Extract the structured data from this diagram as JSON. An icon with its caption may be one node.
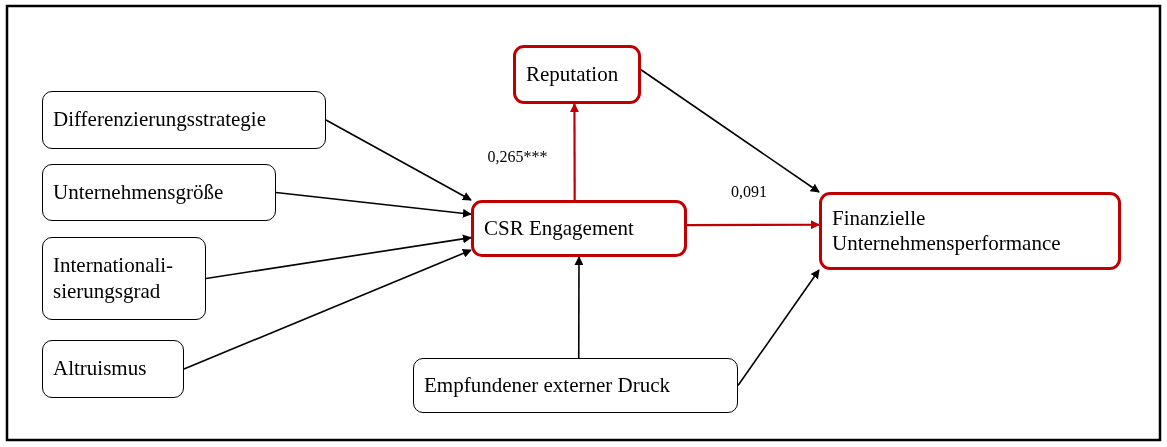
{
  "diagram": {
    "nodes": [
      {
        "text": [
          "Reputation"
        ]
      },
      {
        "text": [
          "Differenzierungsstrategie"
        ]
      },
      {
        "text": [
          "Unternehmensgröße"
        ]
      },
      {
        "text": [
          "Internationali- sierungsgrad"
        ]
      },
      {
        "text": [
          "Altruismus"
        ]
      },
      {
        "text": [
          "CSR Engagement"
        ]
      },
      {
        "text": [
          "Finanzielle Unternehmensperformance"
        ]
      },
      {
        "text": [
          "Empfundener externer Druck"
        ]
      }
    ],
    "edges": [
      {
        "from": 1,
        "to": 5,
        "arrow": "to"
      },
      {
        "from": 2,
        "to": 5,
        "arrow": "to"
      },
      {
        "from": 3,
        "to": 5,
        "arrow": "to"
      },
      {
        "from": 4,
        "to": 5,
        "arrow": "to"
      },
      {
        "from": 5,
        "to": 0,
        "arrow": "to",
        "label": "0,265***",
        "color": "#c00000"
      },
      {
        "from": 0,
        "to": 6,
        "arrow": "to"
      },
      {
        "from": 5,
        "to": 6,
        "arrow": "to",
        "label": "0,091",
        "color": "#c00000"
      },
      {
        "from": 7,
        "to": 5,
        "arrow": "to"
      },
      {
        "from": 7,
        "to": 6,
        "arrow": "to"
      }
    ]
  }
}
